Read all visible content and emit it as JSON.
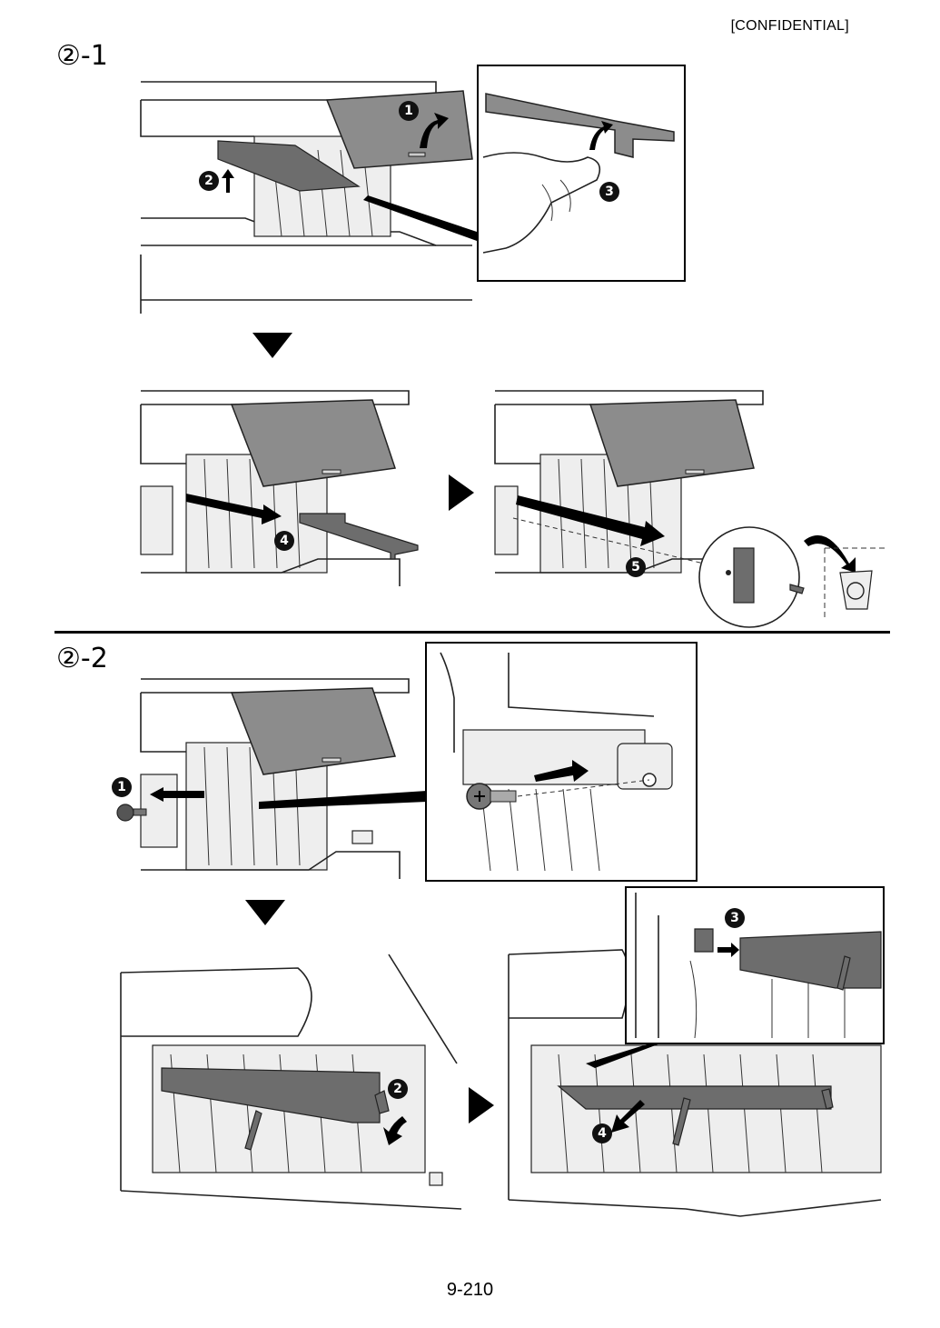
{
  "header": {
    "confidential": "[CONFIDENTIAL]"
  },
  "section1": {
    "label": "②-1",
    "steps": {
      "s1": "1",
      "s2": "2",
      "s3": "3",
      "s4": "4",
      "s5": "5"
    }
  },
  "section2": {
    "label": "②-2",
    "steps": {
      "s1": "1",
      "s2": "2",
      "s3": "3",
      "s4": "4"
    }
  },
  "footer": {
    "page_number": "9-210"
  },
  "icons": {
    "arrow_down": "down-triangle-icon",
    "arrow_right": "right-triangle-icon",
    "recycle": "recycle-bin-icon",
    "screw": "screw-icon"
  }
}
